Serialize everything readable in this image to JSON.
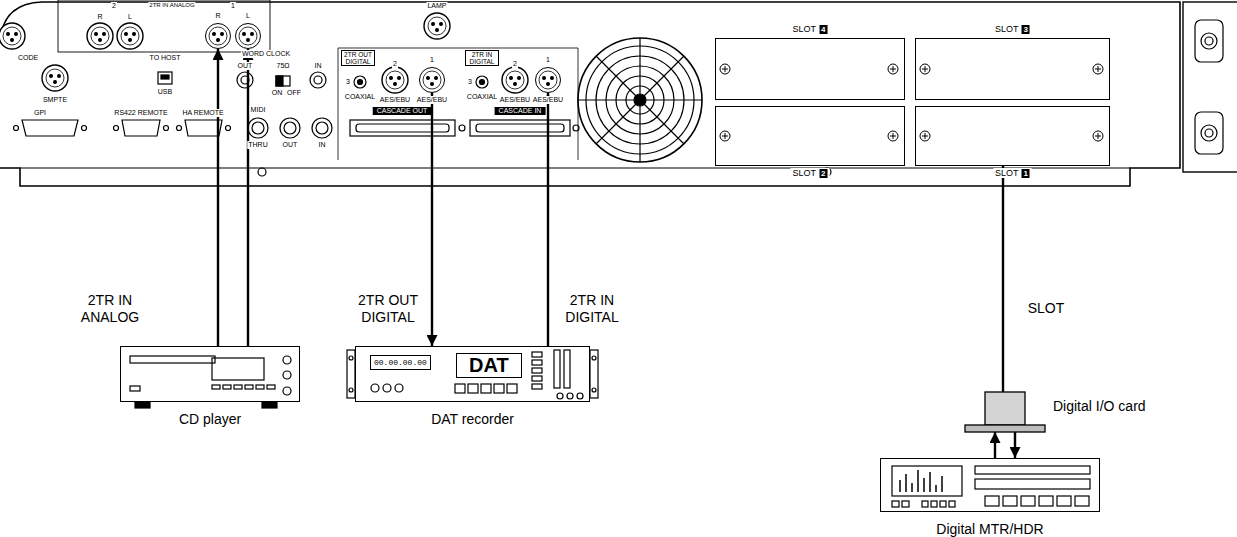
{
  "diagram": {
    "nodes": [
      {
        "text": [
          "R"
        ]
      },
      {
        "text": [
          "L"
        ]
      },
      {
        "text": [
          "1"
        ]
      },
      {
        "text": [
          "1"
        ]
      },
      {
        "text": [
          "SLOT",
          "4"
        ]
      },
      {
        "text": [
          "SLOT",
          "3"
        ]
      },
      {
        "text": [
          "SLOT",
          "2"
        ]
      },
      {
        "text": [
          "SLOT",
          "1"
        ]
      },
      {
        "text": [
          "Digital I/O card"
        ]
      },
      {
        "text": [
          "CD player"
        ]
      },
      {
        "text": [
          "00.00.00.00",
          "DAT",
          "DAT recorder"
        ]
      },
      {
        "text": [
          "Digital MTR/HDR"
        ]
      }
    ],
    "edges": [
      {
        "from": 9,
        "to": 0,
        "arrow": "to",
        "label": "2TR IN ANALOG"
      },
      {
        "from": 9,
        "to": 1,
        "arrow": "to"
      },
      {
        "from": 2,
        "to": 10,
        "arrow": "to",
        "label": "2TR OUT DIGITAL"
      },
      {
        "from": 10,
        "to": 3,
        "arrow": "to",
        "label": "2TR IN DIGITAL"
      },
      {
        "from": 8,
        "to": 7,
        "arrow": "to",
        "label": "SLOT"
      },
      {
        "from": 11,
        "to": 8,
        "arrow": "to"
      },
      {
        "from": 8,
        "to": 11,
        "arrow": "to"
      }
    ],
    "labels": [
      "2",
      "R",
      "L",
      "2TR IN ANALOG",
      "1",
      "CODE",
      "SMPTE",
      "TO HOST",
      "USB",
      "WORD CLOCK",
      "OUT",
      "75Ω",
      "IN",
      "ON",
      "OFF",
      "2TR OUT DIGITAL",
      "3",
      "COAXIAL",
      "2",
      "AES/EBU",
      "AES/EBU",
      "2TR IN DIGITAL",
      "3",
      "COAXIAL",
      "2",
      "AES/EBU",
      "AES/EBU",
      "LAMP",
      "GPI",
      "RS422 REMOTE",
      "HA REMOTE",
      "MIDI",
      "THRU",
      "OUT",
      "IN",
      "CASCADE OUT",
      "CASCADE IN"
    ]
  }
}
